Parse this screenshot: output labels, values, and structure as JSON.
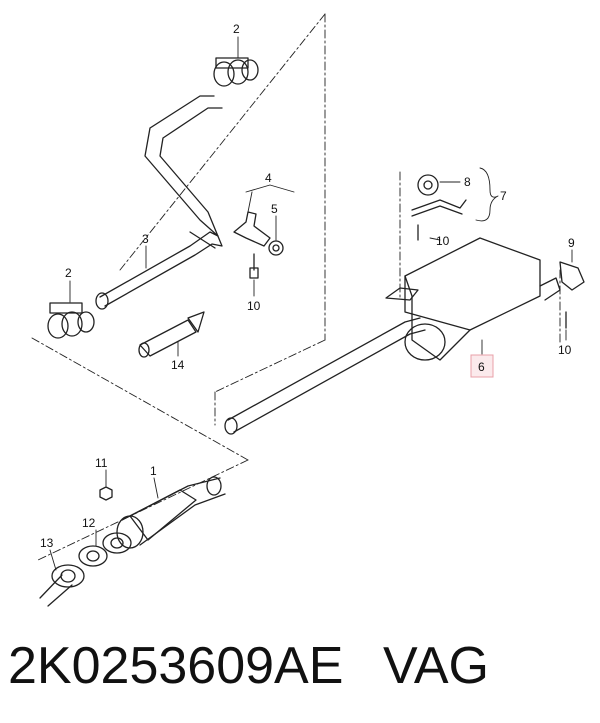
{
  "labels": {
    "l1": "1",
    "l2a": "2",
    "l2b": "2",
    "l3": "3",
    "l4": "4",
    "l5": "5",
    "l6": "6",
    "l7": "7",
    "l8": "8",
    "l9": "9",
    "l10a": "10",
    "l10b": "10",
    "l10c": "10",
    "l11": "11",
    "l12": "12",
    "l13": "13",
    "l14": "14"
  },
  "highlight_color": "#e8a0a8",
  "footer": {
    "part_number": "2K0253609AE",
    "brand": "VAG"
  }
}
